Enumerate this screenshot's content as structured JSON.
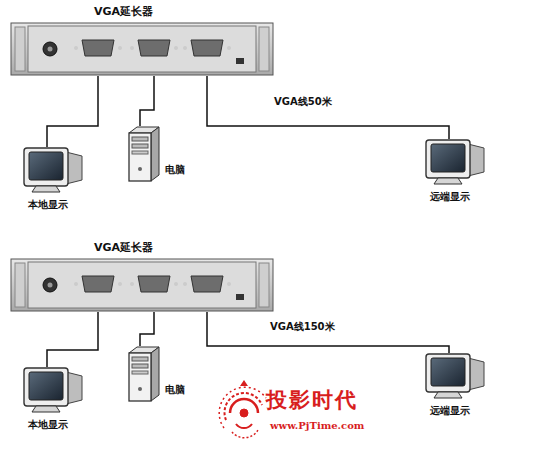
{
  "diagram": {
    "nodes": [
      {
        "text": [
          "VGA延长器"
        ]
      },
      {
        "text": [
          "本地显示"
        ]
      },
      {
        "text": [
          "电脑"
        ]
      },
      {
        "text": [
          "远端显示"
        ]
      },
      {
        "text": [
          "VGA延长器"
        ]
      },
      {
        "text": [
          "本地显示"
        ]
      },
      {
        "text": [
          "电脑"
        ]
      },
      {
        "text": [
          "远端显示"
        ]
      }
    ],
    "edges": [
      {
        "from": 0,
        "to": 1,
        "arrow": "none"
      },
      {
        "from": 0,
        "to": 2,
        "arrow": "none"
      },
      {
        "from": 0,
        "to": 3,
        "label": "VGA线50米",
        "arrow": "none"
      },
      {
        "from": 4,
        "to": 5,
        "arrow": "none"
      },
      {
        "from": 4,
        "to": 6,
        "arrow": "none"
      },
      {
        "from": 4,
        "to": 7,
        "label": "VGA线150米",
        "arrow": "none"
      }
    ],
    "labels": [
      "投影时代",
      "www.PjTime.com"
    ]
  }
}
